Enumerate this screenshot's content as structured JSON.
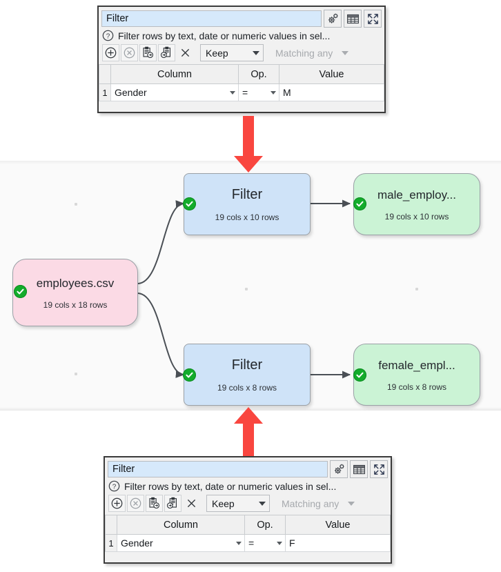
{
  "canvas": {
    "nodes": [
      {
        "id": "source",
        "name": "employees.csv",
        "subtitle": "19 cols x 18 rows",
        "type": "pink",
        "status": "ok"
      },
      {
        "id": "filter1",
        "name": "Filter",
        "subtitle": "19 cols x 10 rows",
        "type": "blue",
        "status": "ok"
      },
      {
        "id": "filter2",
        "name": "Filter",
        "subtitle": "19 cols x 8 rows",
        "type": "blue",
        "status": "ok"
      },
      {
        "id": "out1",
        "name": "male_employ...",
        "subtitle": "19 cols x 10 rows",
        "type": "green",
        "status": "ok"
      },
      {
        "id": "out2",
        "name": "female_empl...",
        "subtitle": "19 cols x 8 rows",
        "type": "green",
        "status": "ok"
      }
    ],
    "colors": {
      "pink": "#fbdae5",
      "blue": "#cfe3f8",
      "green": "#cbf3d5",
      "status_ok": "#13ac2b",
      "annotation_arrow": "#f9463f",
      "background": "#fafafa"
    }
  },
  "top_panel": {
    "title_value": "Filter",
    "description": "Filter rows by text, date or numeric values in sel...",
    "icons": {
      "help": "help-icon",
      "settings": "gear-icon",
      "table": "table-icon",
      "expand": "expand-icon",
      "add": "add-row-icon",
      "remove": "remove-row-icon",
      "copy_out": "copy-to-clipboard-icon",
      "copy_in": "paste-from-clipboard-icon",
      "clear": "clear-icon"
    },
    "mode": {
      "value": "Keep",
      "enabled": true
    },
    "match": {
      "value": "Matching any",
      "enabled": false
    },
    "table": {
      "headers": [
        "Column",
        "Op.",
        "Value"
      ],
      "rows": [
        {
          "num": "1",
          "column": "Gender",
          "op": "=",
          "value": "M"
        }
      ]
    }
  },
  "bottom_panel": {
    "title_value": "Filter",
    "description": "Filter rows by text, date or numeric values in sel...",
    "mode": {
      "value": "Keep",
      "enabled": true
    },
    "match": {
      "value": "Matching any",
      "enabled": false
    },
    "table": {
      "headers": [
        "Column",
        "Op.",
        "Value"
      ],
      "rows": [
        {
          "num": "1",
          "column": "Gender",
          "op": "=",
          "value": "F"
        }
      ]
    }
  }
}
